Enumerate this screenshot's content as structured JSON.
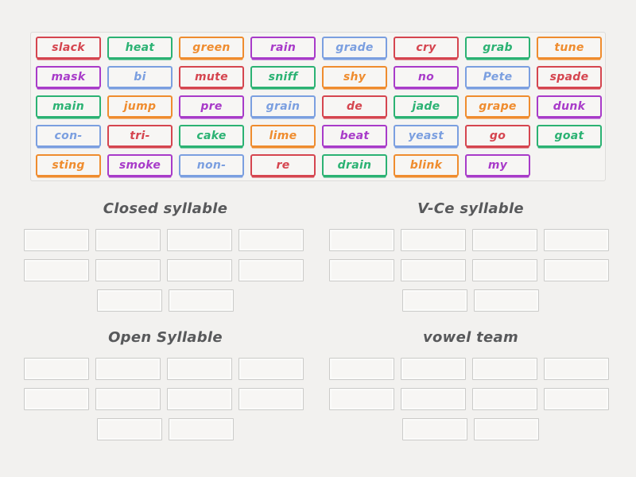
{
  "board": {
    "background": "#f2f1ef",
    "bank_background": "#f5f4f2",
    "bank_border": "#dddcda",
    "slot_border": "#cbcbc9",
    "slot_background": "#f7f6f4",
    "header_color": "#58595b"
  },
  "palette": {
    "red": "#d5454f",
    "green": "#2bb273",
    "orange": "#ef8c2e",
    "purple": "#a83bc9",
    "blue": "#7b9fe0"
  },
  "word_bank": {
    "rows": [
      [
        {
          "label": "slack",
          "color": "red"
        },
        {
          "label": "heat",
          "color": "green"
        },
        {
          "label": "green",
          "color": "orange"
        },
        {
          "label": "rain",
          "color": "purple"
        },
        {
          "label": "grade",
          "color": "blue"
        },
        {
          "label": "cry",
          "color": "red"
        },
        {
          "label": "grab",
          "color": "green"
        },
        {
          "label": "tune",
          "color": "orange"
        }
      ],
      [
        {
          "label": "mask",
          "color": "purple"
        },
        {
          "label": "bi",
          "color": "blue"
        },
        {
          "label": "mute",
          "color": "red"
        },
        {
          "label": "sniff",
          "color": "green"
        },
        {
          "label": "shy",
          "color": "orange"
        },
        {
          "label": "no",
          "color": "purple"
        },
        {
          "label": "Pete",
          "color": "blue"
        },
        {
          "label": "spade",
          "color": "red"
        }
      ],
      [
        {
          "label": "main",
          "color": "green"
        },
        {
          "label": "jump",
          "color": "orange"
        },
        {
          "label": "pre",
          "color": "purple"
        },
        {
          "label": "grain",
          "color": "blue"
        },
        {
          "label": "de",
          "color": "red"
        },
        {
          "label": "jade",
          "color": "green"
        },
        {
          "label": "grape",
          "color": "orange"
        },
        {
          "label": "dunk",
          "color": "purple"
        }
      ],
      [
        {
          "label": "con-",
          "color": "blue"
        },
        {
          "label": "tri-",
          "color": "red"
        },
        {
          "label": "cake",
          "color": "green"
        },
        {
          "label": "lime",
          "color": "orange"
        },
        {
          "label": "beat",
          "color": "purple"
        },
        {
          "label": "yeast",
          "color": "blue"
        },
        {
          "label": "go",
          "color": "red"
        },
        {
          "label": "goat",
          "color": "green"
        }
      ],
      [
        {
          "label": "sting",
          "color": "orange"
        },
        {
          "label": "smoke",
          "color": "purple"
        },
        {
          "label": "non-",
          "color": "blue"
        },
        {
          "label": "re",
          "color": "red"
        },
        {
          "label": "drain",
          "color": "green"
        },
        {
          "label": "blink",
          "color": "orange"
        },
        {
          "label": "my",
          "color": "purple"
        }
      ]
    ]
  },
  "groups": [
    {
      "title": "Closed syllable",
      "slot_rows": [
        4,
        4,
        2
      ]
    },
    {
      "title": "V-Ce syllable",
      "slot_rows": [
        4,
        4,
        2
      ]
    },
    {
      "title": "Open Syllable",
      "slot_rows": [
        4,
        4,
        2
      ]
    },
    {
      "title": "vowel team",
      "slot_rows": [
        4,
        4,
        2
      ]
    }
  ]
}
